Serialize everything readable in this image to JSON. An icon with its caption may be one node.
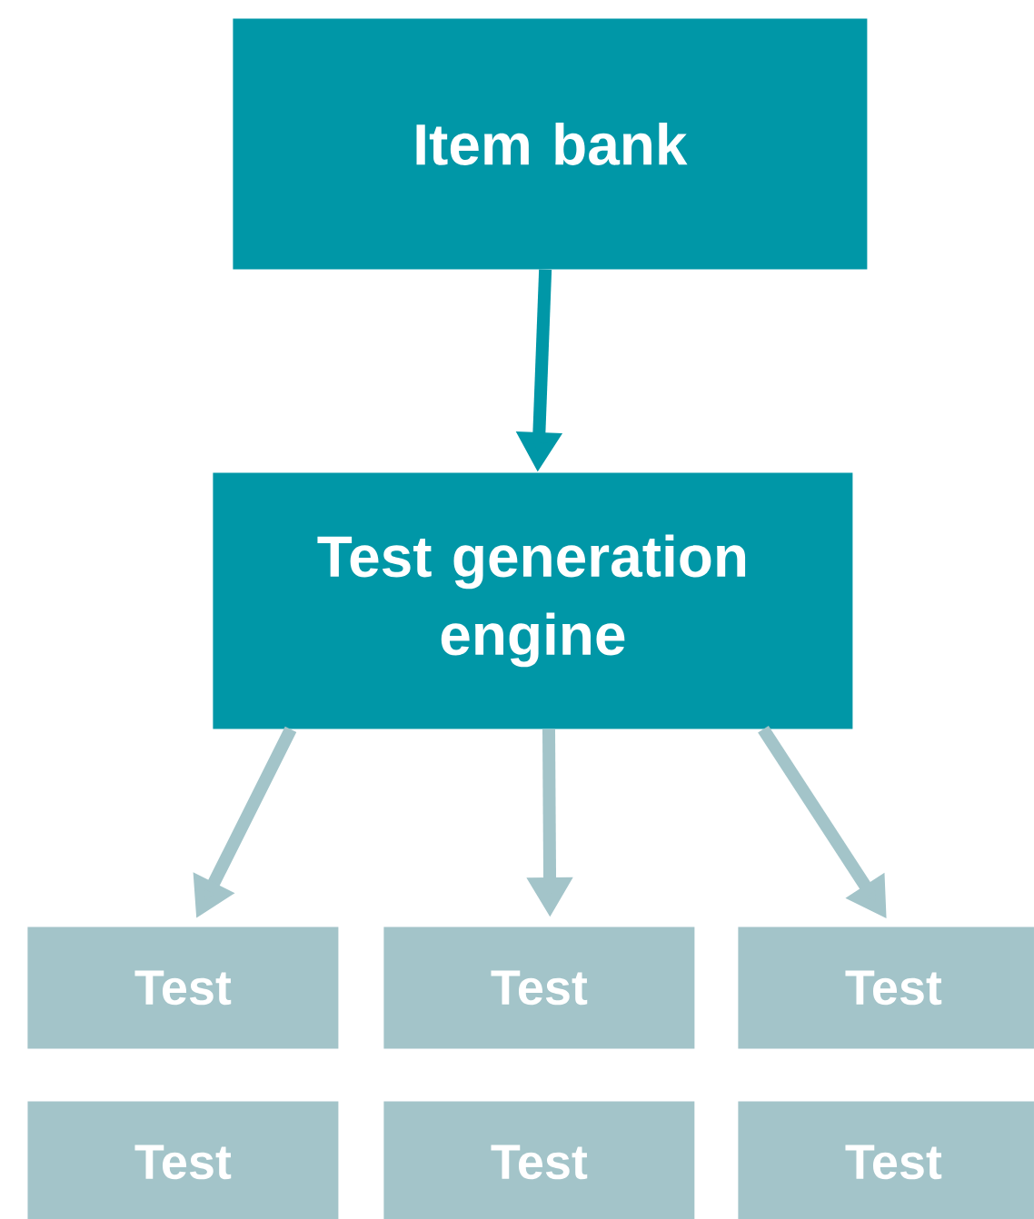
{
  "diagram": {
    "nodes": [
      {
        "text": [
          "Item bank"
        ]
      },
      {
        "text": [
          "Test generation engine"
        ]
      },
      {
        "text": [
          "Test"
        ]
      },
      {
        "text": [
          "Test"
        ]
      },
      {
        "text": [
          "Test"
        ]
      },
      {
        "text": [
          "Test"
        ]
      },
      {
        "text": [
          "Test"
        ]
      },
      {
        "text": [
          "Test"
        ]
      }
    ],
    "edges": [
      {
        "from": 0,
        "to": 1,
        "arrow": "to",
        "color": "#0097a7"
      },
      {
        "from": 1,
        "to": 2,
        "arrow": "to"
      },
      {
        "from": 1,
        "to": 3,
        "arrow": "to"
      },
      {
        "from": 1,
        "to": 4,
        "arrow": "to"
      }
    ]
  }
}
